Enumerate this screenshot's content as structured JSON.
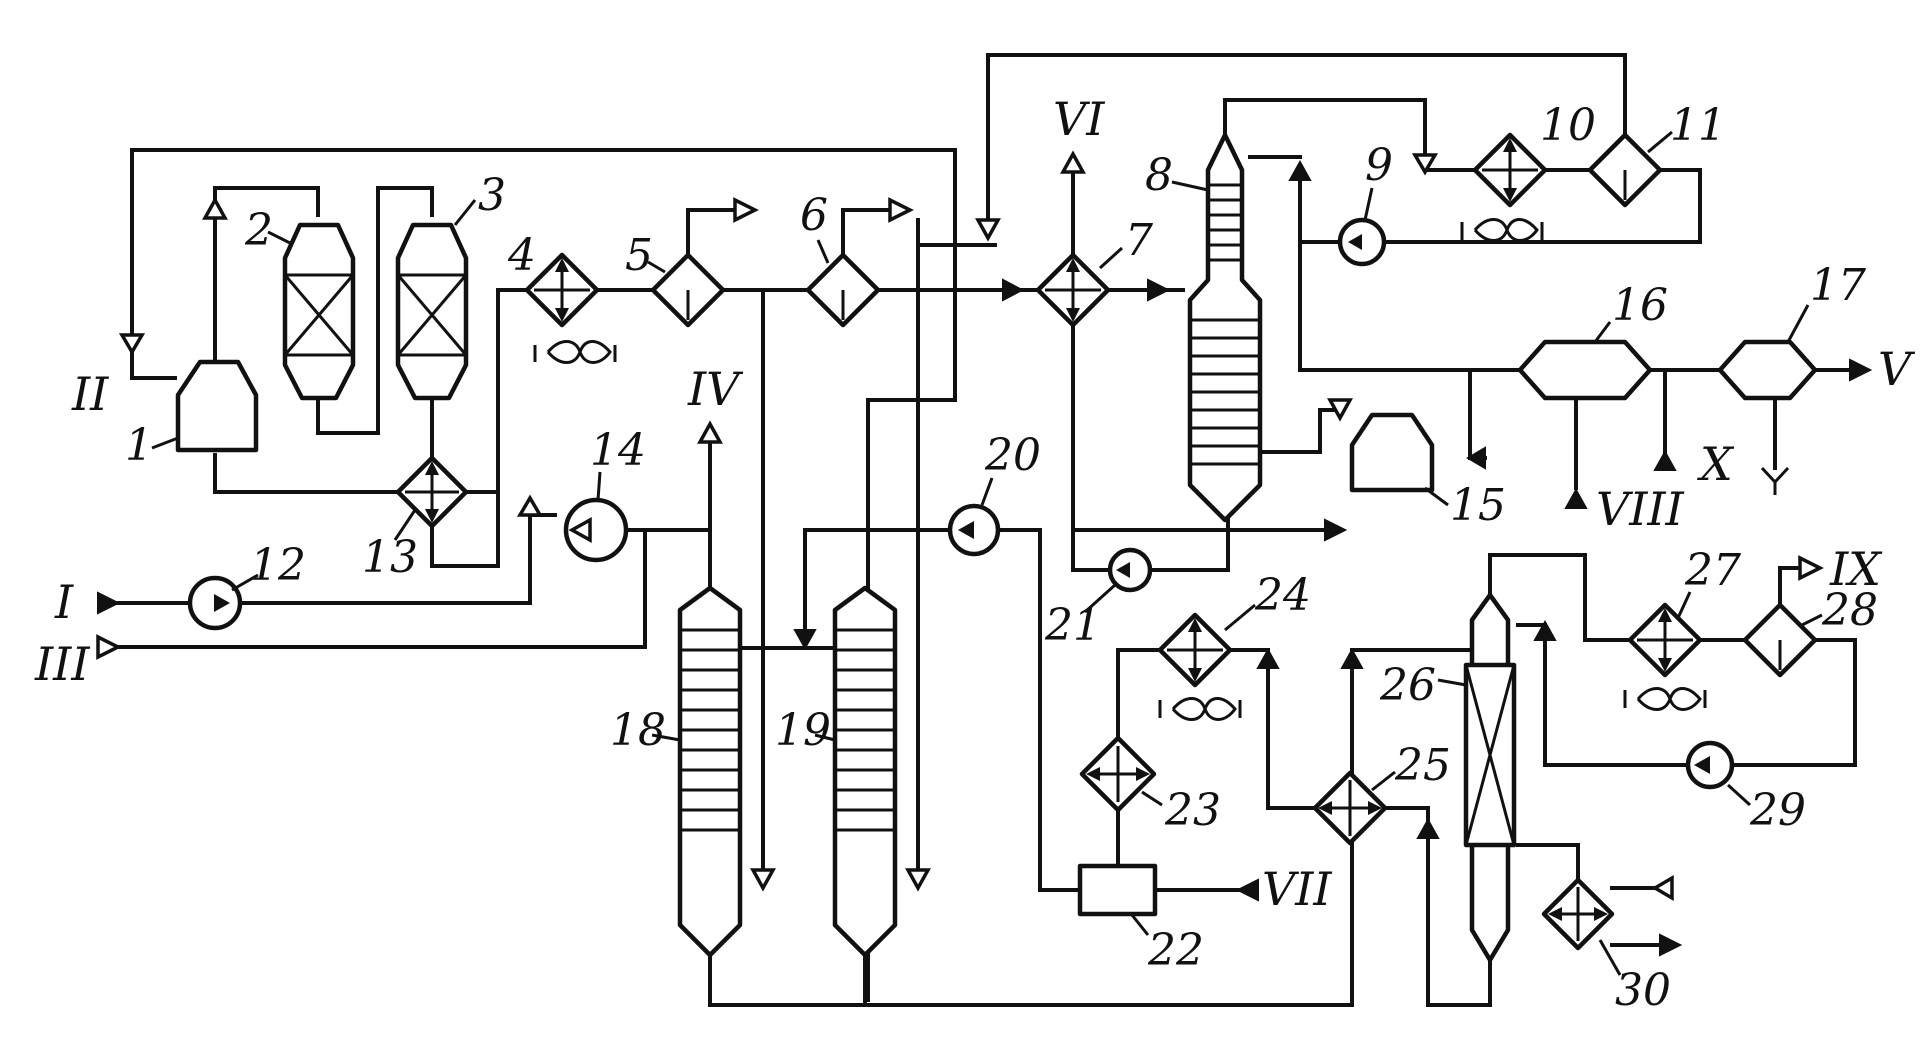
{
  "diagram": {
    "equipment_numbers": {
      "n1": "1",
      "n2": "2",
      "n3": "3",
      "n4": "4",
      "n5": "5",
      "n6": "6",
      "n7": "7",
      "n8": "8",
      "n9": "9",
      "n10": "10",
      "n11": "11",
      "n12": "12",
      "n13": "13",
      "n14": "14",
      "n15": "15",
      "n16": "16",
      "n17": "17",
      "n18": "18",
      "n19": "19",
      "n20": "20",
      "n21": "21",
      "n22": "22",
      "n23": "23",
      "n24": "24",
      "n25": "25",
      "n26": "26",
      "n27": "27",
      "n28": "28",
      "n29": "29",
      "n30": "30"
    },
    "streams": {
      "s1": "I",
      "s2": "II",
      "s3": "III",
      "s4": "IV",
      "s5": "V",
      "s6": "VI",
      "s7": "VII",
      "s8": "VIII",
      "s9": "IX",
      "s10": "X"
    },
    "colors": {
      "line": "#111111",
      "background": "#ffffff"
    }
  }
}
